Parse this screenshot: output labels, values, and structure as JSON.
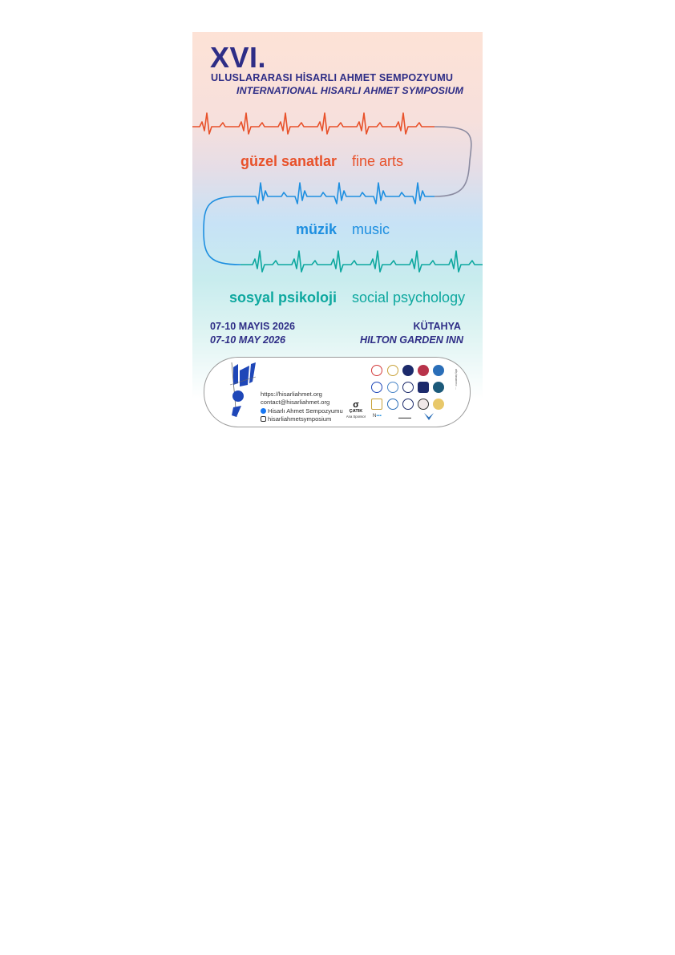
{
  "header": {
    "edition": "XVI.",
    "title_tr": "ULUSLARARASI HİSARLI AHMET SEMPOZYUMU",
    "title_en": "INTERNATIONAL HISARLI AHMET SYMPOSIUM"
  },
  "fields": [
    {
      "tr": "güzel sanatlar",
      "en": "fine arts",
      "color": "#e8512a"
    },
    {
      "tr": "müzik",
      "en": "music",
      "color": "#1e8fe0"
    },
    {
      "tr": "sosyal psikoloji",
      "en": "social psychology",
      "color": "#0ea89f"
    }
  ],
  "event": {
    "date_tr": "07-10 MAYIS 2026",
    "date_en": "07-10 MAY 2026",
    "city": "KÜTAHYA",
    "venue": "HILTON GARDEN INN"
  },
  "contact": {
    "website": "https://hisarliahmet.org",
    "email": "contact@hisarliahmet.org",
    "facebook": "Hisarlı Ahmet Sempozyumu",
    "instagram": "hisarliahmetsymposium"
  },
  "sponsor": {
    "name": "ÇATIK",
    "label": "Ana Sponsor"
  },
  "footer_note": "afiş tasarımı: ...",
  "colors": {
    "navy": "#2e2d86",
    "orange": "#e8512a",
    "blue": "#1e8fe0",
    "teal": "#0ea89f",
    "logo_blue": "#1f47b8"
  },
  "icons": [
    "facebook-icon",
    "instagram-icon",
    "symposium-logo"
  ]
}
